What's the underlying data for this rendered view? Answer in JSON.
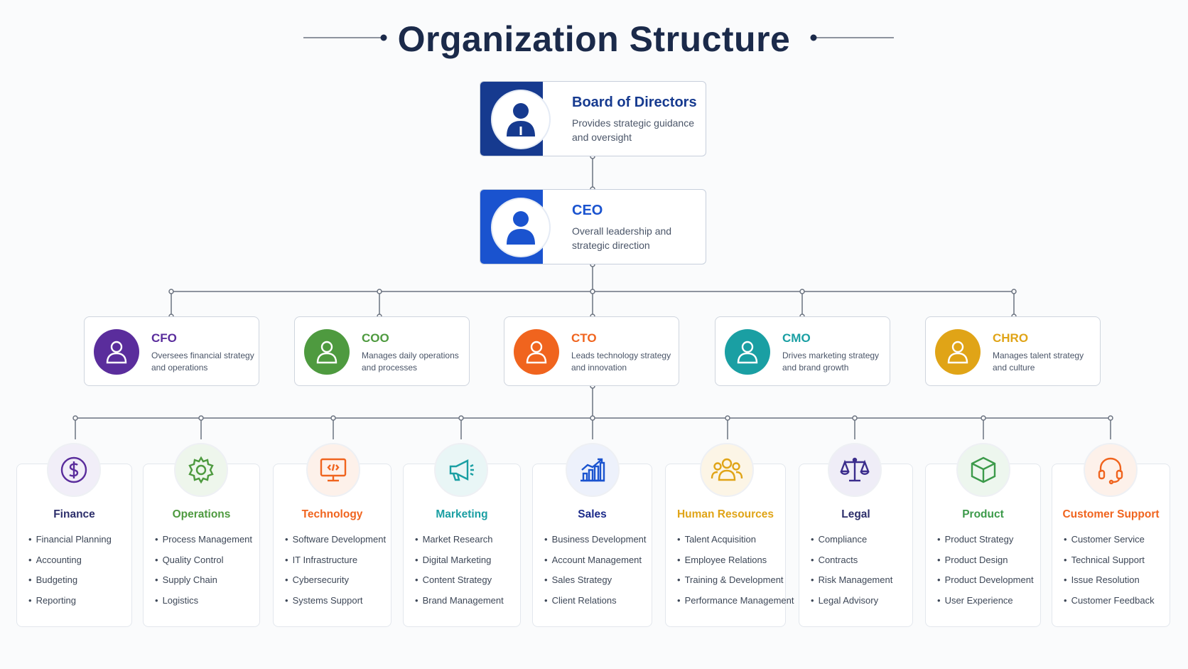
{
  "title": "Organization Structure",
  "colors": {
    "navy": "#1b2a4a",
    "board": "#163a8f",
    "ceo": "#1a53cf",
    "cfo": "#5a2d9c",
    "coo": "#4e9a3f",
    "cto": "#f0641e",
    "cmo": "#1a9fa3",
    "chro": "#e0a417",
    "connector": "#6b7380"
  },
  "board": {
    "title": "Board of Directors",
    "description": "Provides strategic guidance and oversight",
    "icon": "person-icon"
  },
  "ceo": {
    "title": "CEO",
    "description": "Overall leadership and strategic direction",
    "icon": "person-icon"
  },
  "executives": [
    {
      "title": "CFO",
      "description": "Oversees financial strategy and operations",
      "color": "#5a2d9c",
      "icon": "person-icon"
    },
    {
      "title": "COO",
      "description": "Manages daily operations and processes",
      "color": "#4e9a3f",
      "icon": "person-icon"
    },
    {
      "title": "CTO",
      "description": "Leads technology strategy and innovation",
      "color": "#f0641e",
      "icon": "person-icon"
    },
    {
      "title": "CMO",
      "description": "Drives marketing strategy and brand growth",
      "color": "#1a9fa3",
      "icon": "person-icon"
    },
    {
      "title": "CHRO",
      "description": "Manages talent strategy and culture",
      "color": "#e0a417",
      "icon": "person-icon"
    }
  ],
  "departments": [
    {
      "title": "Finance",
      "color": "#5a2d9c",
      "title_color": "#2d2f6b",
      "icon": "dollar-icon",
      "items": [
        "Financial Planning",
        "Accounting",
        "Budgeting",
        "Reporting"
      ]
    },
    {
      "title": "Operations",
      "color": "#4e9a3f",
      "title_color": "#4e9a3f",
      "icon": "gear-icon",
      "items": [
        "Process Management",
        "Quality Control",
        "Supply Chain",
        "Logistics"
      ]
    },
    {
      "title": "Technology",
      "color": "#f0641e",
      "title_color": "#f0641e",
      "icon": "code-monitor-icon",
      "items": [
        "Software Development",
        "IT Infrastructure",
        "Cybersecurity",
        "Systems Support"
      ]
    },
    {
      "title": "Marketing",
      "color": "#1a9fa3",
      "title_color": "#1a9fa3",
      "icon": "megaphone-icon",
      "items": [
        "Market Research",
        "Digital Marketing",
        "Content Strategy",
        "Brand Management"
      ]
    },
    {
      "title": "Sales",
      "color": "#1a53cf",
      "title_color": "#1b2a8a",
      "icon": "bar-chart-icon",
      "items": [
        "Business Development",
        "Account Management",
        "Sales Strategy",
        "Client Relations"
      ]
    },
    {
      "title": "Human Resources",
      "color": "#e0a417",
      "title_color": "#e0a417",
      "icon": "team-icon",
      "items": [
        "Talent Acquisition",
        "Employee Relations",
        "Training & Development",
        "Performance Management"
      ]
    },
    {
      "title": "Legal",
      "color": "#3b2d8c",
      "title_color": "#2d2f6b",
      "icon": "scales-icon",
      "items": [
        "Compliance",
        "Contracts",
        "Risk Management",
        "Legal Advisory"
      ]
    },
    {
      "title": "Product",
      "color": "#3c9a4a",
      "title_color": "#3c9a4a",
      "icon": "box-icon",
      "items": [
        "Product Strategy",
        "Product Design",
        "Product Development",
        "User Experience"
      ]
    },
    {
      "title": "Customer Support",
      "color": "#f0641e",
      "title_color": "#f0641e",
      "icon": "headset-icon",
      "items": [
        "Customer Service",
        "Technical Support",
        "Issue Resolution",
        "Customer Feedback"
      ]
    }
  ]
}
